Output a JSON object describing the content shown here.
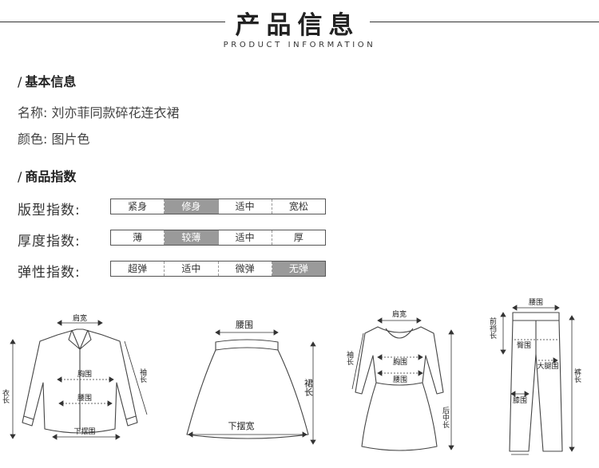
{
  "header": {
    "title": "产品信息",
    "subtitle": "PRODUCT INFORMATION"
  },
  "basic": {
    "section_title": "基本信息",
    "name_label": "名称:",
    "name_value": "刘亦菲同款碎花连衣裙",
    "color_label": "颜色:",
    "color_value": "图片色"
  },
  "index": {
    "section_title": "商品指数",
    "rows": [
      {
        "label": "版型指数:",
        "options": [
          "紧身",
          "修身",
          "适中",
          "宽松"
        ],
        "selected": 1
      },
      {
        "label": "厚度指数:",
        "options": [
          "薄",
          "较薄",
          "适中",
          "厚"
        ],
        "selected": 1
      },
      {
        "label": "弹性指数:",
        "options": [
          "超弹",
          "适中",
          "微弹",
          "无弹"
        ],
        "selected": 3
      }
    ]
  },
  "figures": {
    "shirt": {
      "shoulder": "肩宽",
      "length": "衣长",
      "sleeve": "袖长",
      "bust": "胸围",
      "waist": "腰围",
      "hem": "下摆围"
    },
    "skirt": {
      "waist": "腰围",
      "length": "裙长",
      "hem": "下摆宽"
    },
    "dress": {
      "shoulder": "肩宽",
      "sleeve": "袖长",
      "bust": "胸围",
      "waist": "腰围",
      "length": "后中长"
    },
    "pants": {
      "waist": "腰围",
      "rise": "前裆长",
      "hip": "臀围",
      "thigh": "大腿围",
      "knee": "膝围",
      "length": "裤长"
    }
  }
}
